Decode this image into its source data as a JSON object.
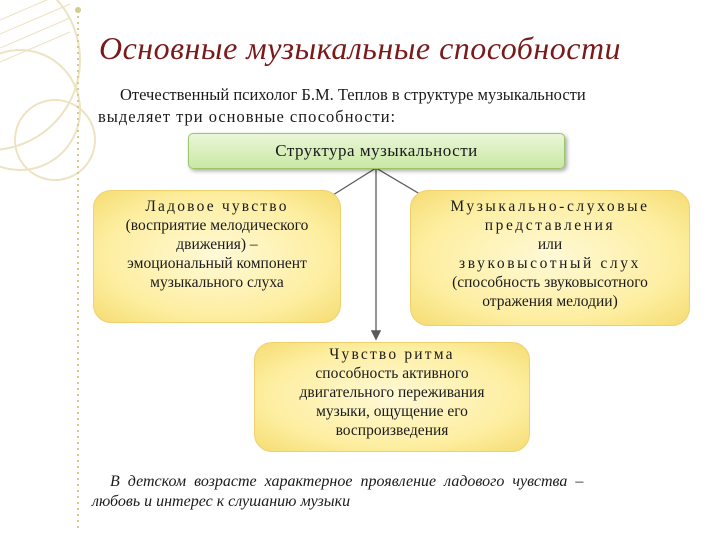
{
  "title": "Основные музыкальные способности",
  "intro": {
    "line1": "Отечественный психолог Б.М. Теплов в структуре музыкальности",
    "line2": "выделяет три основные способности:"
  },
  "structure_box": {
    "label": "Структура музыкальности"
  },
  "boxes": [
    {
      "heading": "Ладовое чувство",
      "lines": [
        "(восприятие мелодического",
        "движения) –",
        "эмоциональный компонент",
        "музыкального слуха"
      ]
    },
    {
      "heading_lines": [
        "Музыкально-слуховые",
        "представления"
      ],
      "lines": [
        "или"
      ],
      "heading2": "звуковысотный слух",
      "lines2": [
        "(способность звуковысотного",
        "отражения мелодии)"
      ]
    },
    {
      "heading": "Чувство ритма",
      "lines": [
        "способность активного",
        "двигательного переживания",
        "музыки, ощущение его",
        "воспроизведения"
      ]
    }
  ],
  "note": {
    "line1": "В детском возрасте характерное проявление ладового чувства –",
    "line2": "любовь и интерес к слушанию музыки"
  },
  "colors": {
    "title": "#7a1a1a",
    "structure_box": "#c9e8a4",
    "ability_box": "#fdeea0",
    "connector": "#5a5a5a",
    "decoration": "#efe6c8"
  }
}
